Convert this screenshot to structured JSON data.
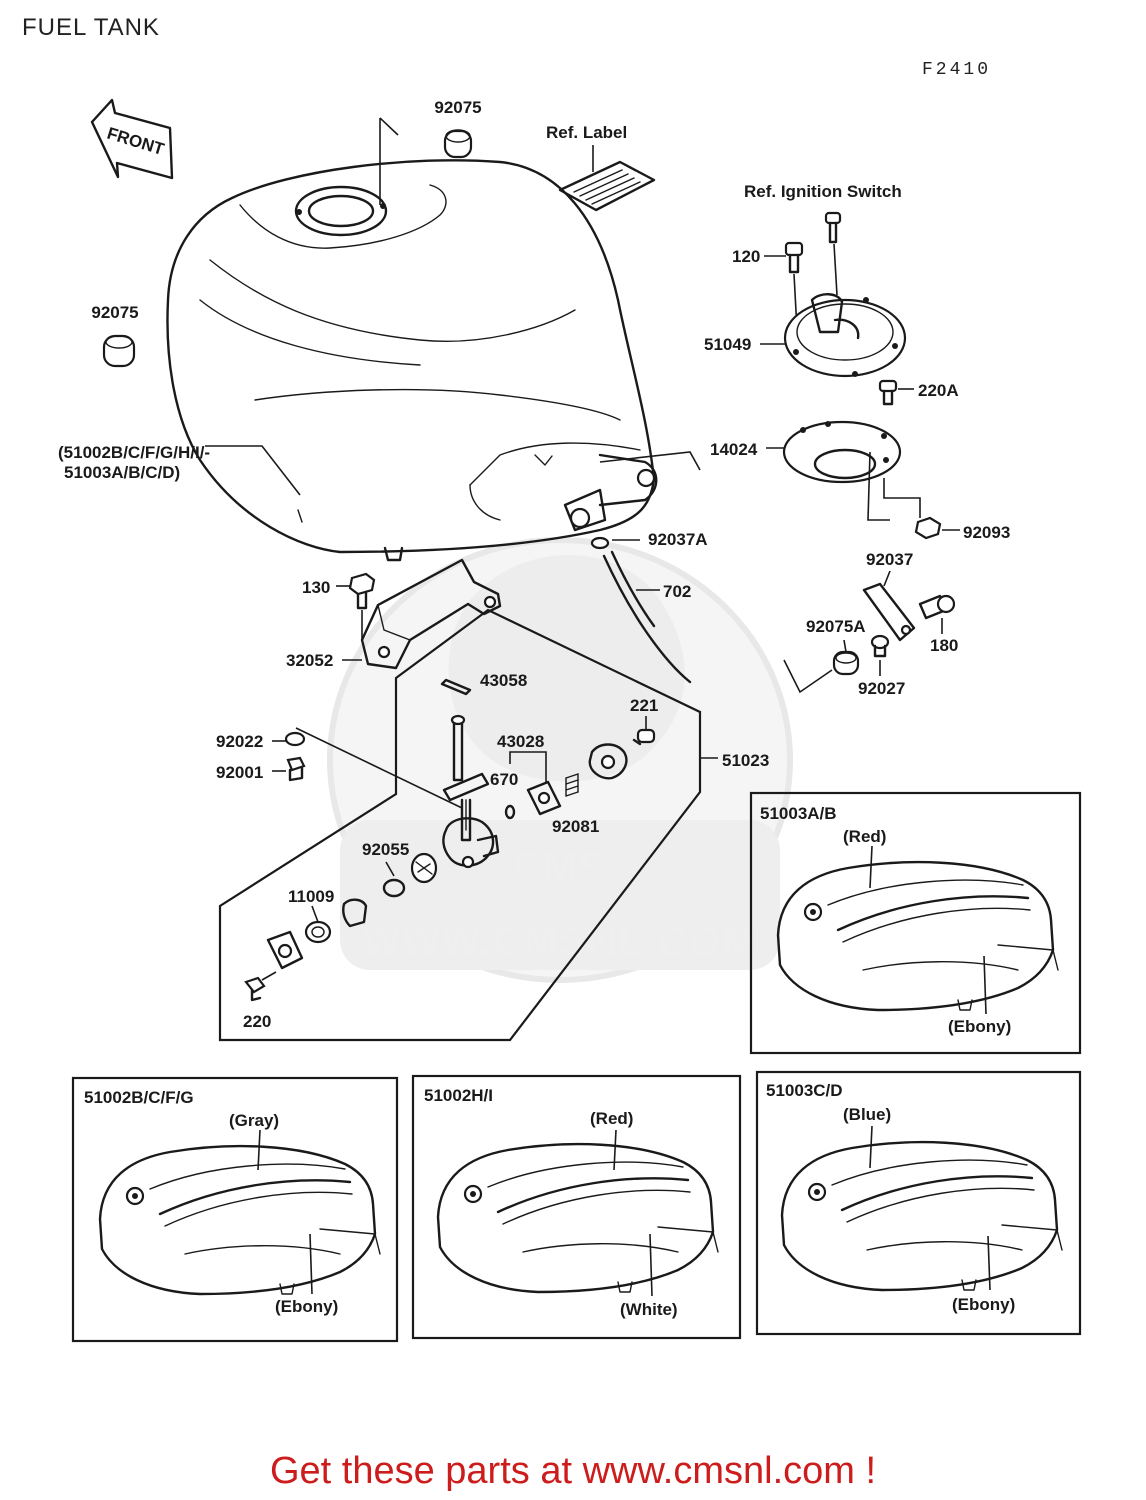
{
  "title": "FUEL TANK",
  "figure_code": "F2410",
  "front_arrow_label": "FRONT",
  "watermark": {
    "logo": "CMS",
    "url": "WWW.CMSNL.COM"
  },
  "refs": {
    "label": "Ref. Label",
    "ignition_switch": "Ref. Ignition Switch"
  },
  "parts": {
    "p92075_top": "92075",
    "p92075_left": "92075",
    "tank_line1": "(51002B/C/F/G/H/I/-",
    "tank_line2": "51003A/B/C/D)",
    "p120": "120",
    "p51049": "51049",
    "p220A": "220A",
    "p14024": "14024",
    "p92093": "92093",
    "p92037A": "92037A",
    "p702": "702",
    "p92037": "92037",
    "p92075A": "92075A",
    "p180": "180",
    "p92027": "92027",
    "p130": "130",
    "p32052": "32052",
    "p43058": "43058",
    "p221": "221",
    "p43028": "43028",
    "p51023": "51023",
    "p92022": "92022",
    "p92001": "92001",
    "p670": "670",
    "p92081": "92081",
    "p92055": "92055",
    "p11009": "11009",
    "p220": "220"
  },
  "variants": [
    {
      "code": "51003A/B",
      "stripe": "(Red)",
      "body": "(Ebony)"
    },
    {
      "code": "51002B/C/F/G",
      "stripe": "(Gray)",
      "body": "(Ebony)"
    },
    {
      "code": "51002H/I",
      "stripe": "(Red)",
      "body": "(White)"
    },
    {
      "code": "51003C/D",
      "stripe": "(Blue)",
      "body": "(Ebony)"
    }
  ],
  "call_to_action": "Get these parts at www.cmsnl.com !",
  "colors": {
    "ink": "#1a1a1a",
    "watermark": "#eeeeee",
    "cta_red": "#cc1c1c"
  }
}
